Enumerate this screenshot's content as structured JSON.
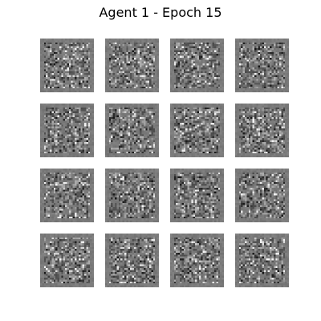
{
  "figure": {
    "title": "Agent 1 - Epoch 15"
  },
  "grid": {
    "rows": 4,
    "cols": 4,
    "tile_count": 16,
    "pixels_per_side": 28
  },
  "colors": {
    "background": "#ffffff",
    "tile_base": "#7a7a7a",
    "dark_pixel": "#1a1a1a",
    "light_pixel": "#e6e6e6"
  }
}
